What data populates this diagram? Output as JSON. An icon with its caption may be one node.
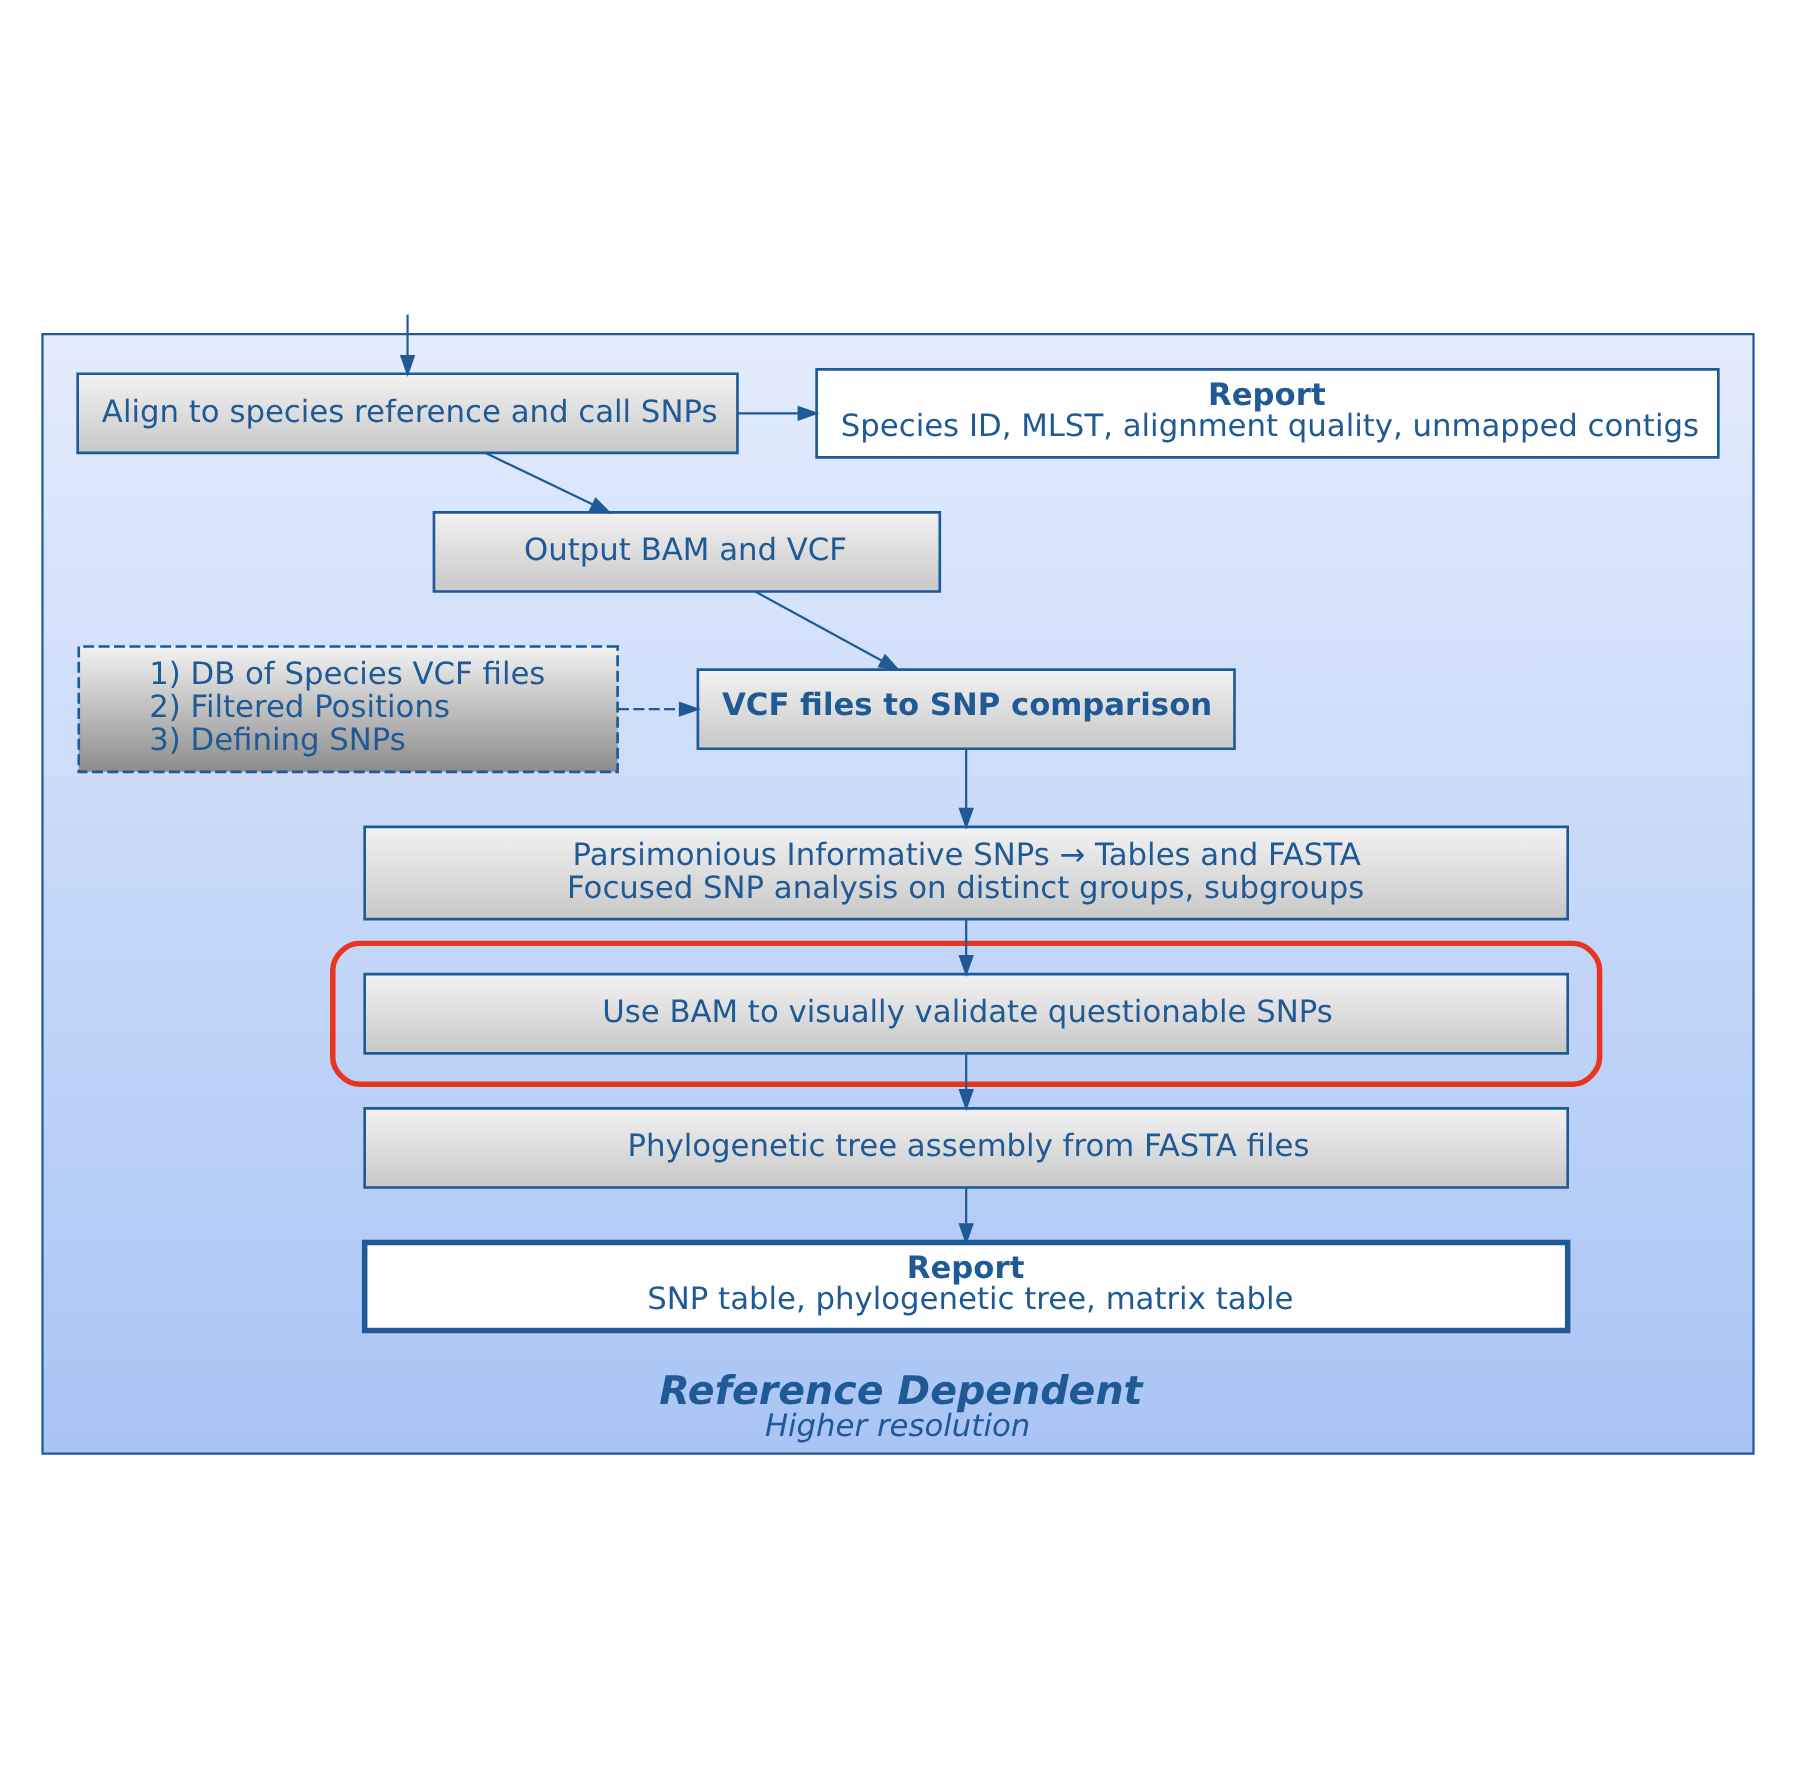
{
  "diagram": {
    "nodes": [
      {
        "text": [
          "Reference Dependent",
          "Higher resolution"
        ]
      },
      {
        "text": [
          "Align to species reference and call SNPs"
        ],
        "in": 0
      },
      {
        "text": [
          "Report",
          "Species ID, MLST, alignment quality, unmapped contigs"
        ],
        "in": 0
      },
      {
        "text": [
          "Output BAM and VCF"
        ],
        "in": 0
      },
      {
        "text": [
          "VCF files to SNP comparison"
        ],
        "in": 0
      },
      {
        "text": [
          "1) DB of Species VCF files",
          "2) Filtered Positions",
          "3) Defining SNPs"
        ],
        "in": 0
      },
      {
        "text": [
          "Parsimonious Informative SNPs → Tables and FASTA",
          "Focused SNP analysis on distinct groups, subgroups"
        ],
        "in": 0
      },
      {
        "text": [],
        "shape": "ellipse",
        "in": 0
      },
      {
        "text": [
          "Use BAM to visually validate questionable SNPs"
        ],
        "in": 7
      },
      {
        "text": [
          "Phylogenetic tree assembly from FASTA files"
        ],
        "in": 0
      },
      {
        "text": [
          "Report",
          "SNP table, phylogenetic tree, matrix table"
        ],
        "in": 0
      }
    ],
    "edges": [
      {
        "from": null,
        "to": 1,
        "arrow": "to"
      },
      {
        "from": 1,
        "to": 2,
        "arrow": "to"
      },
      {
        "from": 1,
        "to": 3,
        "arrow": "to"
      },
      {
        "from": 3,
        "to": 4,
        "arrow": "to"
      },
      {
        "from": 5,
        "to": 4,
        "arrow": "to",
        "style": "dashed"
      },
      {
        "from": 4,
        "to": 6,
        "arrow": "to"
      },
      {
        "from": 6,
        "to": 8,
        "arrow": "to"
      },
      {
        "from": 8,
        "to": 9,
        "arrow": "to"
      },
      {
        "from": 9,
        "to": 10,
        "arrow": "to"
      }
    ]
  }
}
